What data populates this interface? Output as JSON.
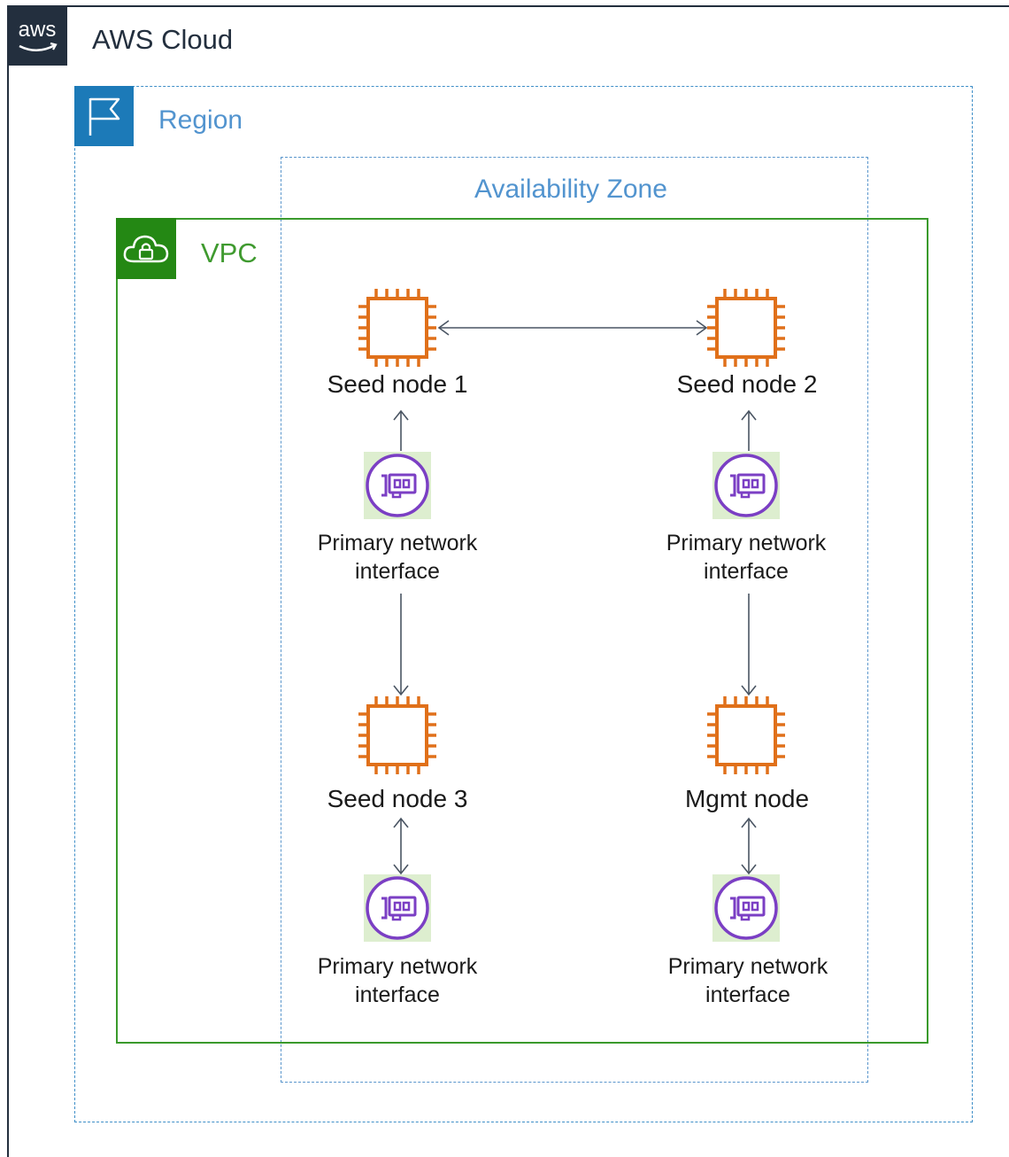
{
  "cloud": {
    "logo_text": "aws",
    "title": "AWS Cloud"
  },
  "region": {
    "title": "Region"
  },
  "availability_zone": {
    "title": "Availability Zone"
  },
  "vpc": {
    "title": "VPC"
  },
  "nodes": [
    {
      "label": "Seed node 1",
      "icon": "ec2-instance-icon",
      "color": "#e0701a"
    },
    {
      "label": "Seed node 2",
      "icon": "ec2-instance-icon",
      "color": "#e0701a"
    },
    {
      "label": "Seed node 3",
      "icon": "ec2-instance-icon",
      "color": "#e0701a"
    },
    {
      "label": "Mgmt node",
      "icon": "ec2-instance-icon",
      "color": "#e0701a"
    }
  ],
  "interfaces": [
    {
      "line1": "Primary network",
      "line2": "interface",
      "icon": "network-interface-icon"
    },
    {
      "line1": "Primary network",
      "line2": "interface",
      "icon": "network-interface-icon"
    },
    {
      "line1": "Primary network",
      "line2": "interface",
      "icon": "network-interface-icon"
    },
    {
      "line1": "Primary network",
      "line2": "interface",
      "icon": "network-interface-icon"
    }
  ],
  "colors": {
    "aws_dark": "#232f3e",
    "region_blue": "#1c7ab8",
    "vpc_green": "#248814",
    "ec2_orange": "#e0701a",
    "eni_purple": "#7b3fc4",
    "eni_bg": "#ddeecf",
    "connector": "#4a5563"
  }
}
